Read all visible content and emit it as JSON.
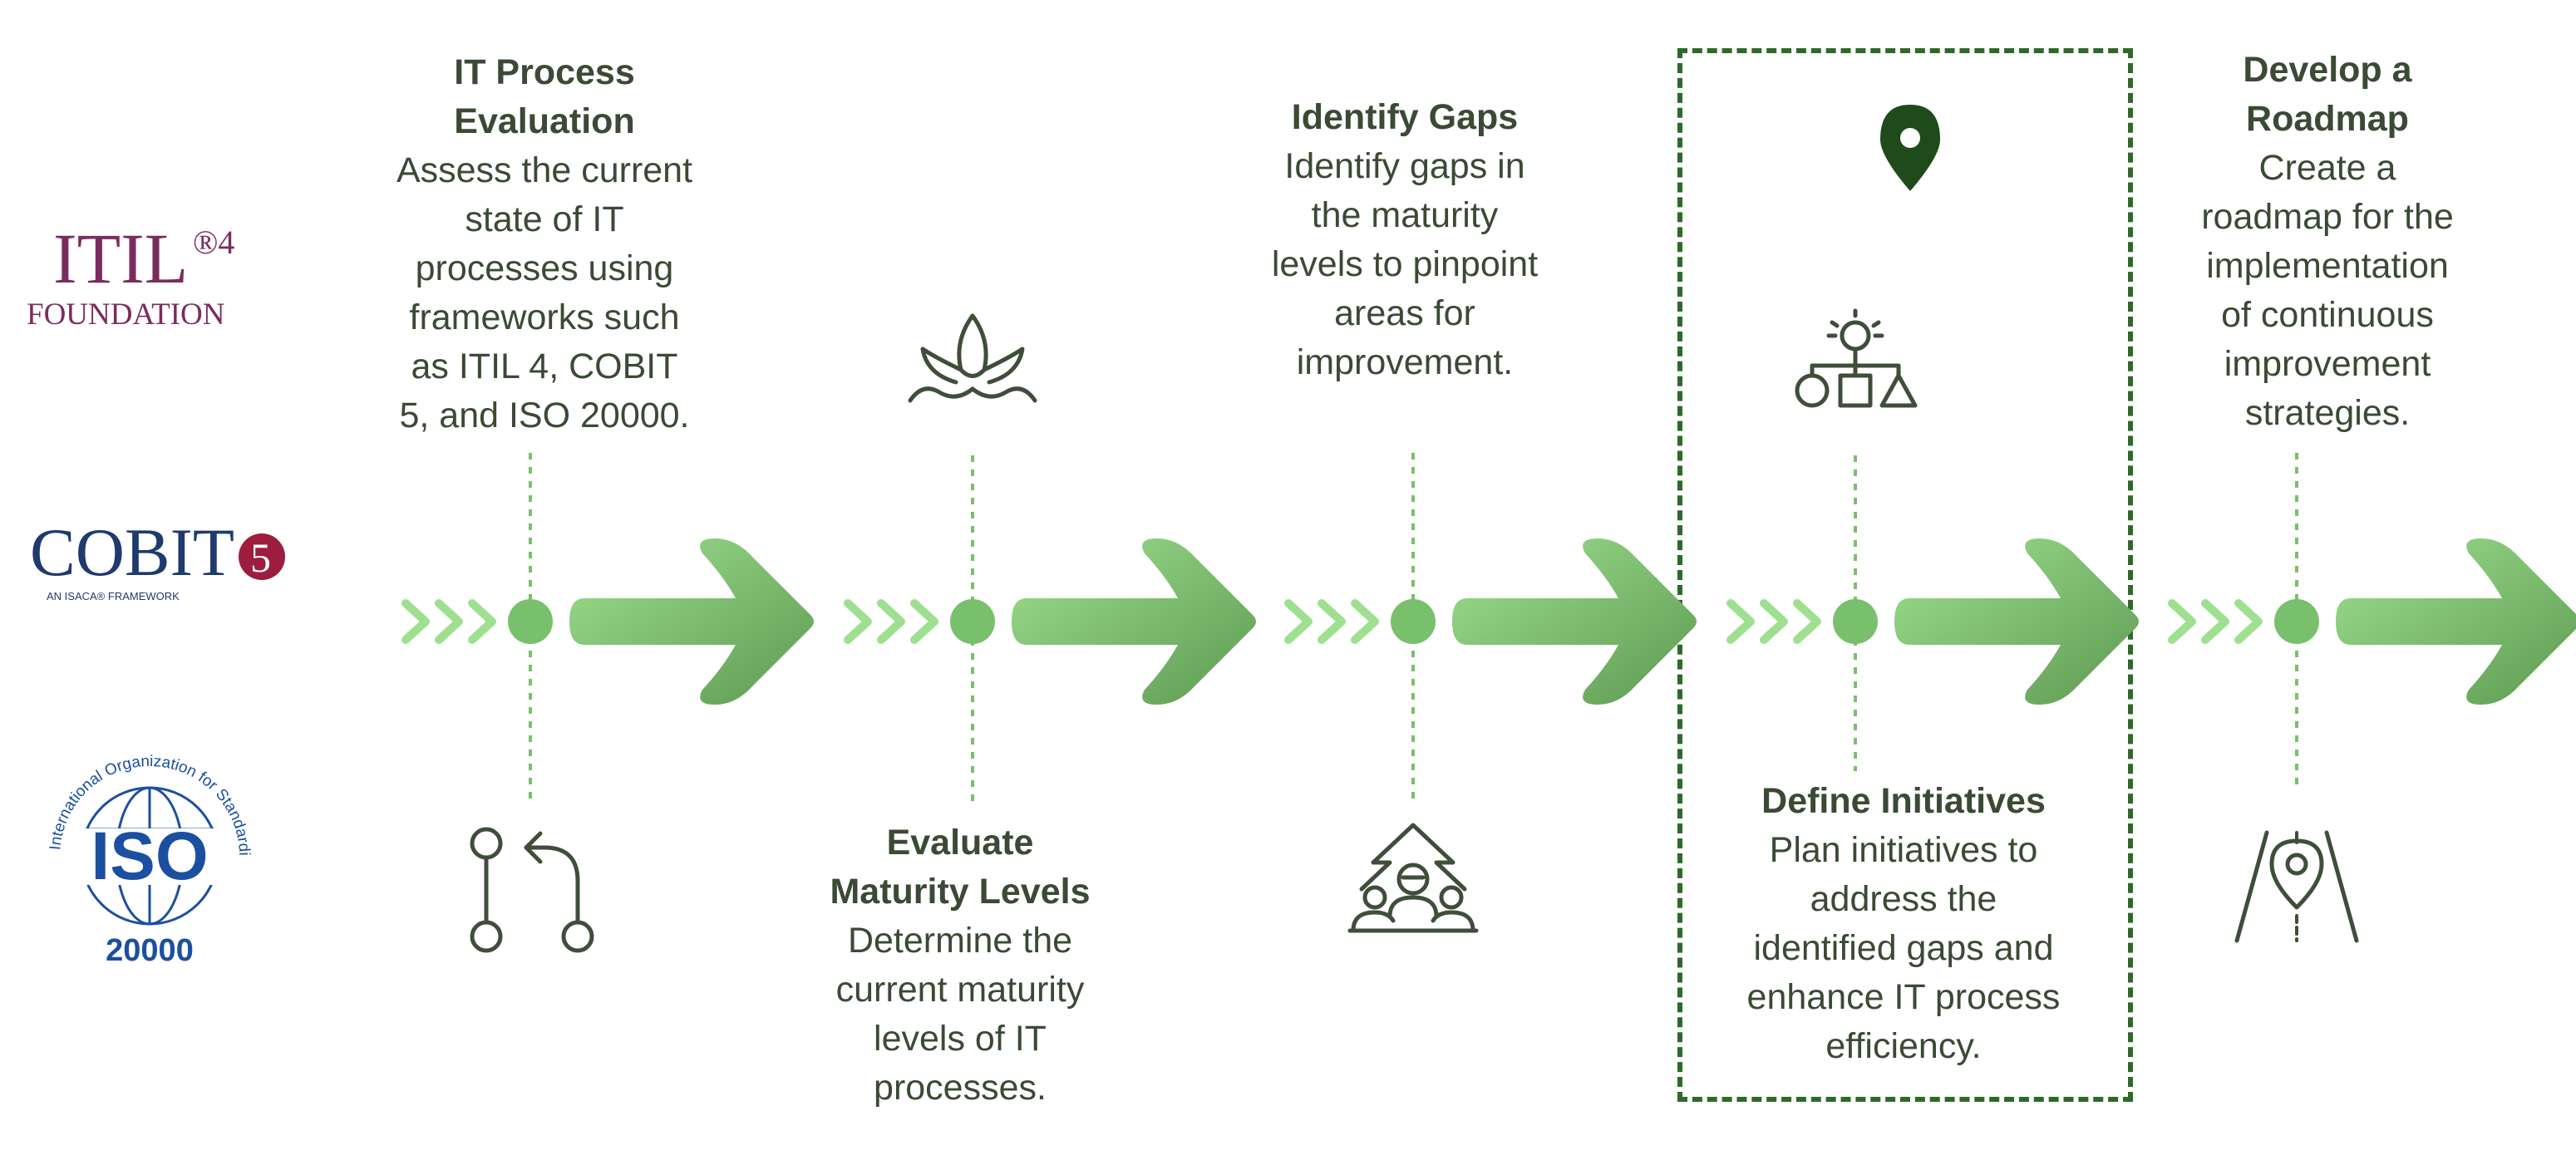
{
  "logos": {
    "itil": {
      "main": "ITIL",
      "sup": "®4",
      "sub": "FOUNDATION"
    },
    "cobit": {
      "main": "COBIT",
      "badge": "5",
      "sub": "AN ISACA® FRAMEWORK"
    },
    "iso": {
      "main": "ISO",
      "ring": "International Organization for Standardization",
      "number": "20000"
    }
  },
  "steps": [
    {
      "title": "IT Process Evaluation",
      "title_lines": [
        "IT Process",
        "Evaluation"
      ],
      "description": "Assess the current state of IT processes using frameworks such as ITIL 4, COBIT 5, and ISO 20000.",
      "desc_lines": [
        "Assess the current",
        "state of IT",
        "processes using",
        "frameworks such",
        "as ITIL 4, COBIT",
        "5, and ISO 20000."
      ],
      "icon": "git-branch-icon"
    },
    {
      "title": "Evaluate Maturity Levels",
      "title_lines": [
        "Evaluate",
        "Maturity Levels"
      ],
      "description": "Determine the current maturity levels of IT processes.",
      "desc_lines": [
        "Determine the",
        "current maturity",
        "levels of IT",
        "processes."
      ],
      "icon": "lotus-icon"
    },
    {
      "title": "Identify Gaps",
      "title_lines": [
        "Identify Gaps"
      ],
      "description": "Identify gaps in the maturity levels to pinpoint areas for improvement.",
      "desc_lines": [
        "Identify gaps in",
        "the maturity",
        "levels to pinpoint",
        "areas for",
        "improvement."
      ],
      "icon": "team-growth-icon"
    },
    {
      "title": "Define Initiatives",
      "title_lines": [
        "Define Initiatives"
      ],
      "description": "Plan initiatives to address the identified gaps and enhance IT process efficiency.",
      "desc_lines": [
        "Plan initiatives to",
        "address the",
        "identified gaps and",
        "enhance IT process",
        "efficiency."
      ],
      "icon": "idea-flowchart-icon"
    },
    {
      "title": "Develop a Roadmap",
      "title_lines": [
        "Develop a",
        "Roadmap"
      ],
      "description": "Create a roadmap for the implementation of continuous improvement strategies.",
      "desc_lines": [
        "Create a",
        "roadmap for the",
        "implementation",
        "of continuous",
        "improvement",
        "strategies."
      ],
      "icon": "road-pin-icon"
    }
  ],
  "highlight": {
    "step_index": 3,
    "marker_icon": "location-pin-icon"
  },
  "colors": {
    "text": "#3a4a34",
    "arrow_light": "#9ee08f",
    "arrow_mid": "#79c06c",
    "arrow_dark": "#5e9a52",
    "icon_stroke": "#3f4e3a",
    "dashed_box": "#2d6a2a",
    "itil_purple": "#7b2c5e",
    "cobit_navy": "#1f3a6e",
    "cobit_badge": "#9c1d3d",
    "iso_blue": "#1b4fa0"
  }
}
